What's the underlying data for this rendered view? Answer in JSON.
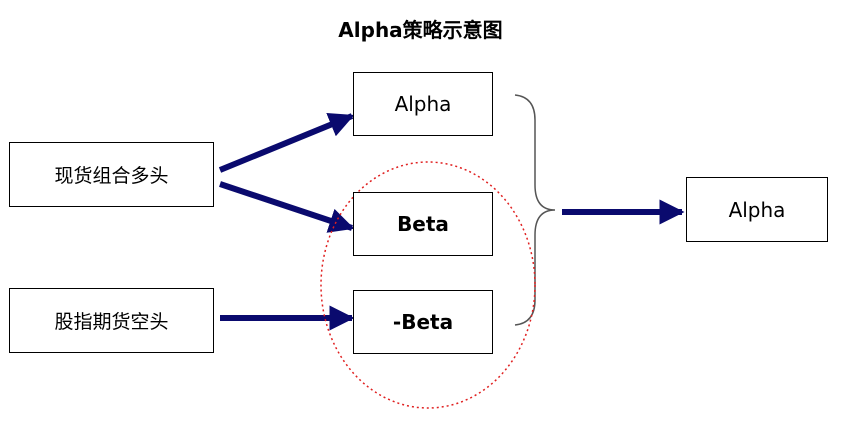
{
  "title": "Alpha策略示意图",
  "nodes": {
    "spot_long": "现货组合多头",
    "futures_short": "股指期货空头",
    "alpha": "Alpha",
    "beta": "Beta",
    "neg_beta": "-Beta",
    "result_alpha": "Alpha"
  },
  "colors": {
    "arrow": "#0a0a6e",
    "ellipse": "#e02020",
    "box_border": "#000000",
    "brace": "#555555"
  }
}
